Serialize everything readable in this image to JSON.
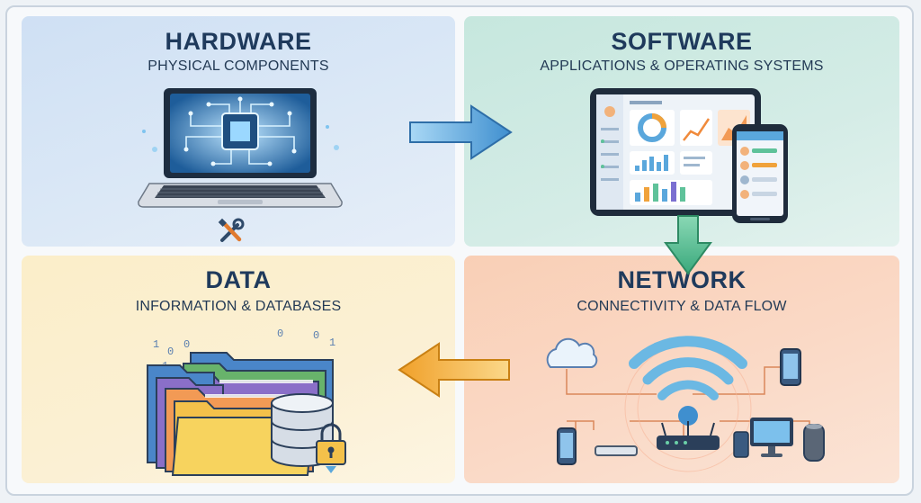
{
  "panels": {
    "hardware": {
      "title": "HARDWARE",
      "subtitle": "PHYSICAL COMPONENTS"
    },
    "software": {
      "title": "SOFTWARE",
      "subtitle": "APPLICATIONS & OPERATING SYSTEMS"
    },
    "data": {
      "title": "DATA",
      "subtitle": "INFORMATION & DATABASES"
    },
    "network": {
      "title": "NETWORK",
      "subtitle": "CONNECTIVITY & DATA FLOW"
    }
  },
  "data_panel": {
    "binary_digits": [
      "1",
      "0",
      "0",
      "1",
      "0",
      "1",
      "0"
    ]
  },
  "colors": {
    "hardware_bg": "#d6e5f5",
    "software_bg": "#cfeae3",
    "data_bg": "#fbefcf",
    "network_bg": "#fad6c1",
    "arrow_blue": "#5aa7dc",
    "arrow_green": "#5fc29a",
    "arrow_orange": "#f4b13f",
    "title_color": "#1f3a5c"
  },
  "icons": [
    "laptop-icon",
    "tools-icon",
    "tablet-dashboard-icon",
    "phone-icon",
    "folders-icon",
    "database-icon",
    "lock-icon",
    "wifi-icon",
    "cloud-icon",
    "router-icon",
    "monitor-icon",
    "speaker-icon"
  ]
}
